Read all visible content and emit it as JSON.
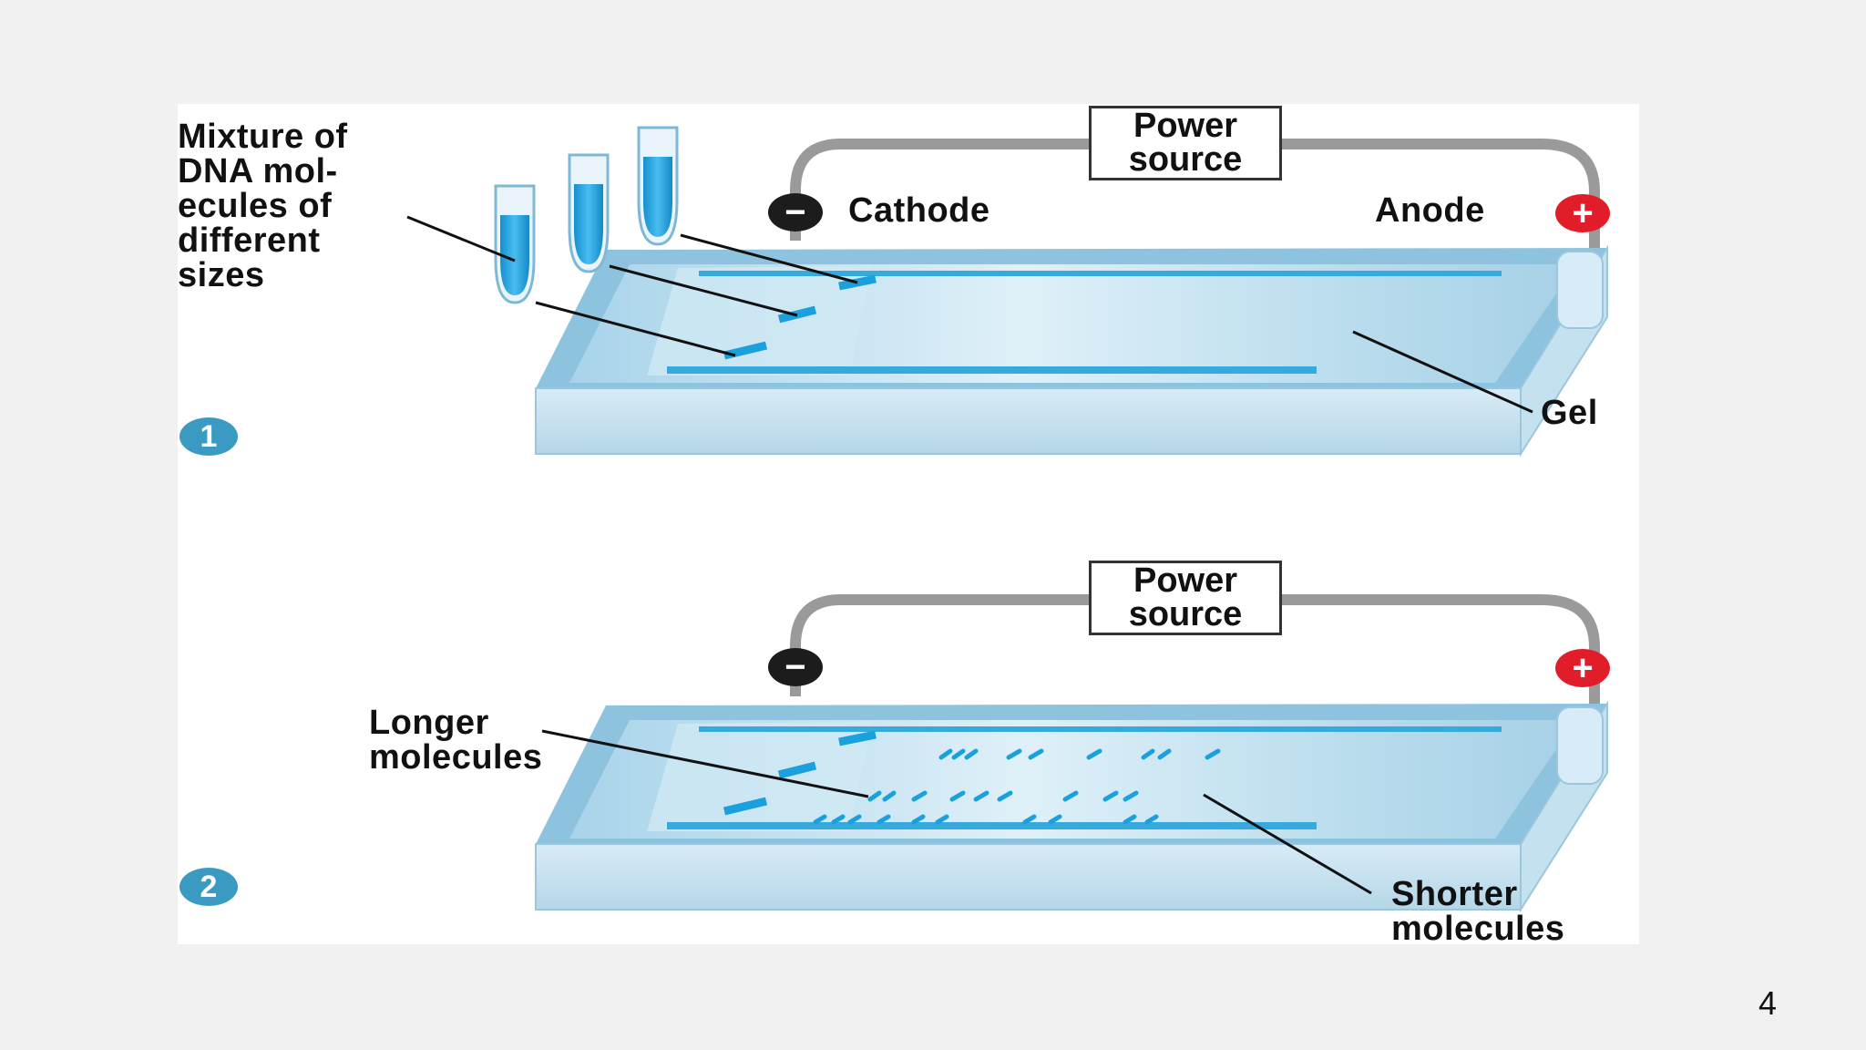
{
  "panel1": {
    "step": "1",
    "mixture_label": "Mixture of\nDNA mol-\necules of\ndifferent\nsizes",
    "power_source": "Power\nsource",
    "cathode": "Cathode",
    "anode": "Anode",
    "gel": "Gel",
    "negative_symbol": "−",
    "positive_symbol": "+"
  },
  "panel2": {
    "step": "2",
    "power_source": "Power\nsource",
    "longer": "Longer\nmolecules",
    "shorter": "Shorter\nmolecules",
    "negative_symbol": "−",
    "positive_symbol": "+"
  },
  "page_number": "4",
  "colors": {
    "gel": "#b9dcee",
    "dna": "#1aa0dc",
    "wire": "#9a9a9a",
    "cathode": "#1c1c1c",
    "anode": "#e21d2a",
    "step_badge": "#3a9ac2"
  }
}
